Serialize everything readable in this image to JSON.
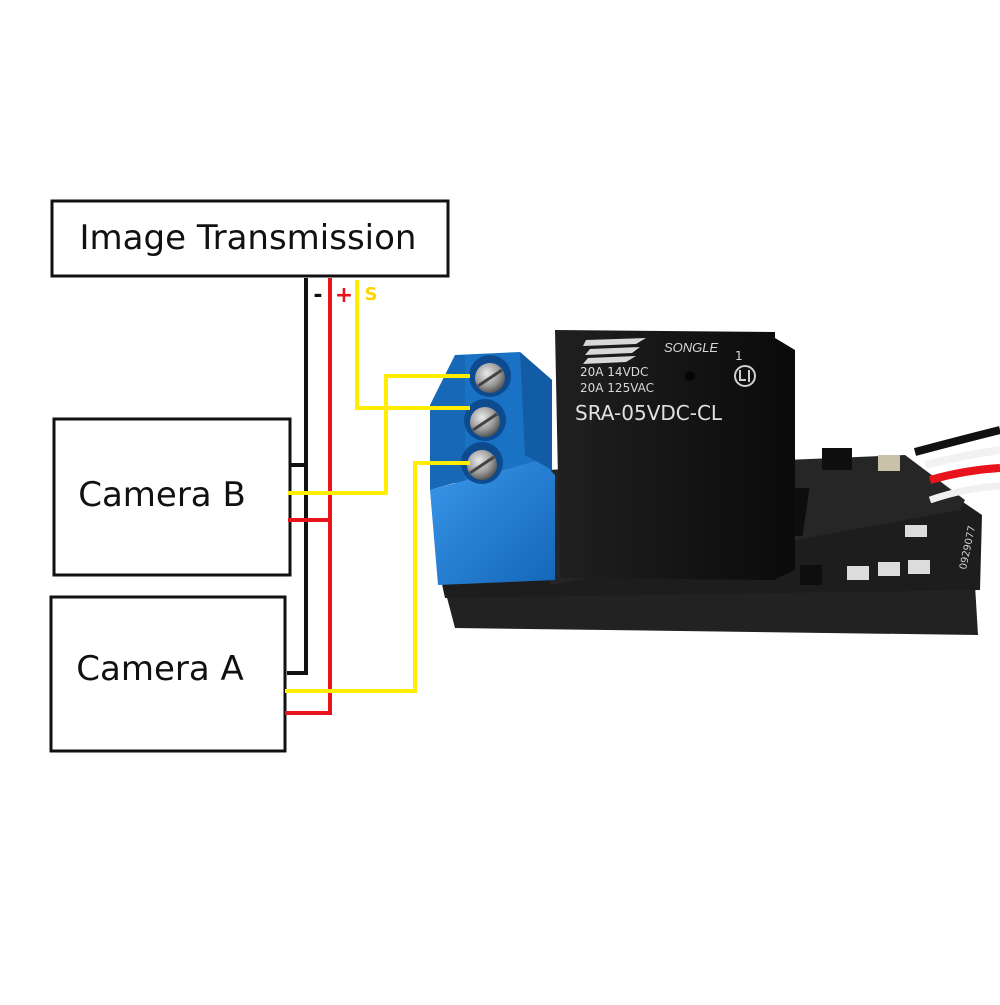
{
  "boxes": {
    "image_transmission": "Image Transmission",
    "camera_b": "Camera B",
    "camera_a": "Camera A"
  },
  "wire_labels": {
    "negative": "-",
    "positive": "+",
    "signal": "S"
  },
  "relay": {
    "brand": "SONGLE",
    "pin_number": "1",
    "rating_dc": "20A  14VDC",
    "rating_ac": "20A  125VAC",
    "model": "SRA-05VDC-CL",
    "board_code": "0929077"
  },
  "colors": {
    "wire_negative": "#111111",
    "wire_positive": "#e8141b",
    "wire_signal": "#ffee00",
    "terminal_blue": "#1f7fd6",
    "relay_black": "#151515",
    "pcb_black": "#1b1b1b"
  }
}
